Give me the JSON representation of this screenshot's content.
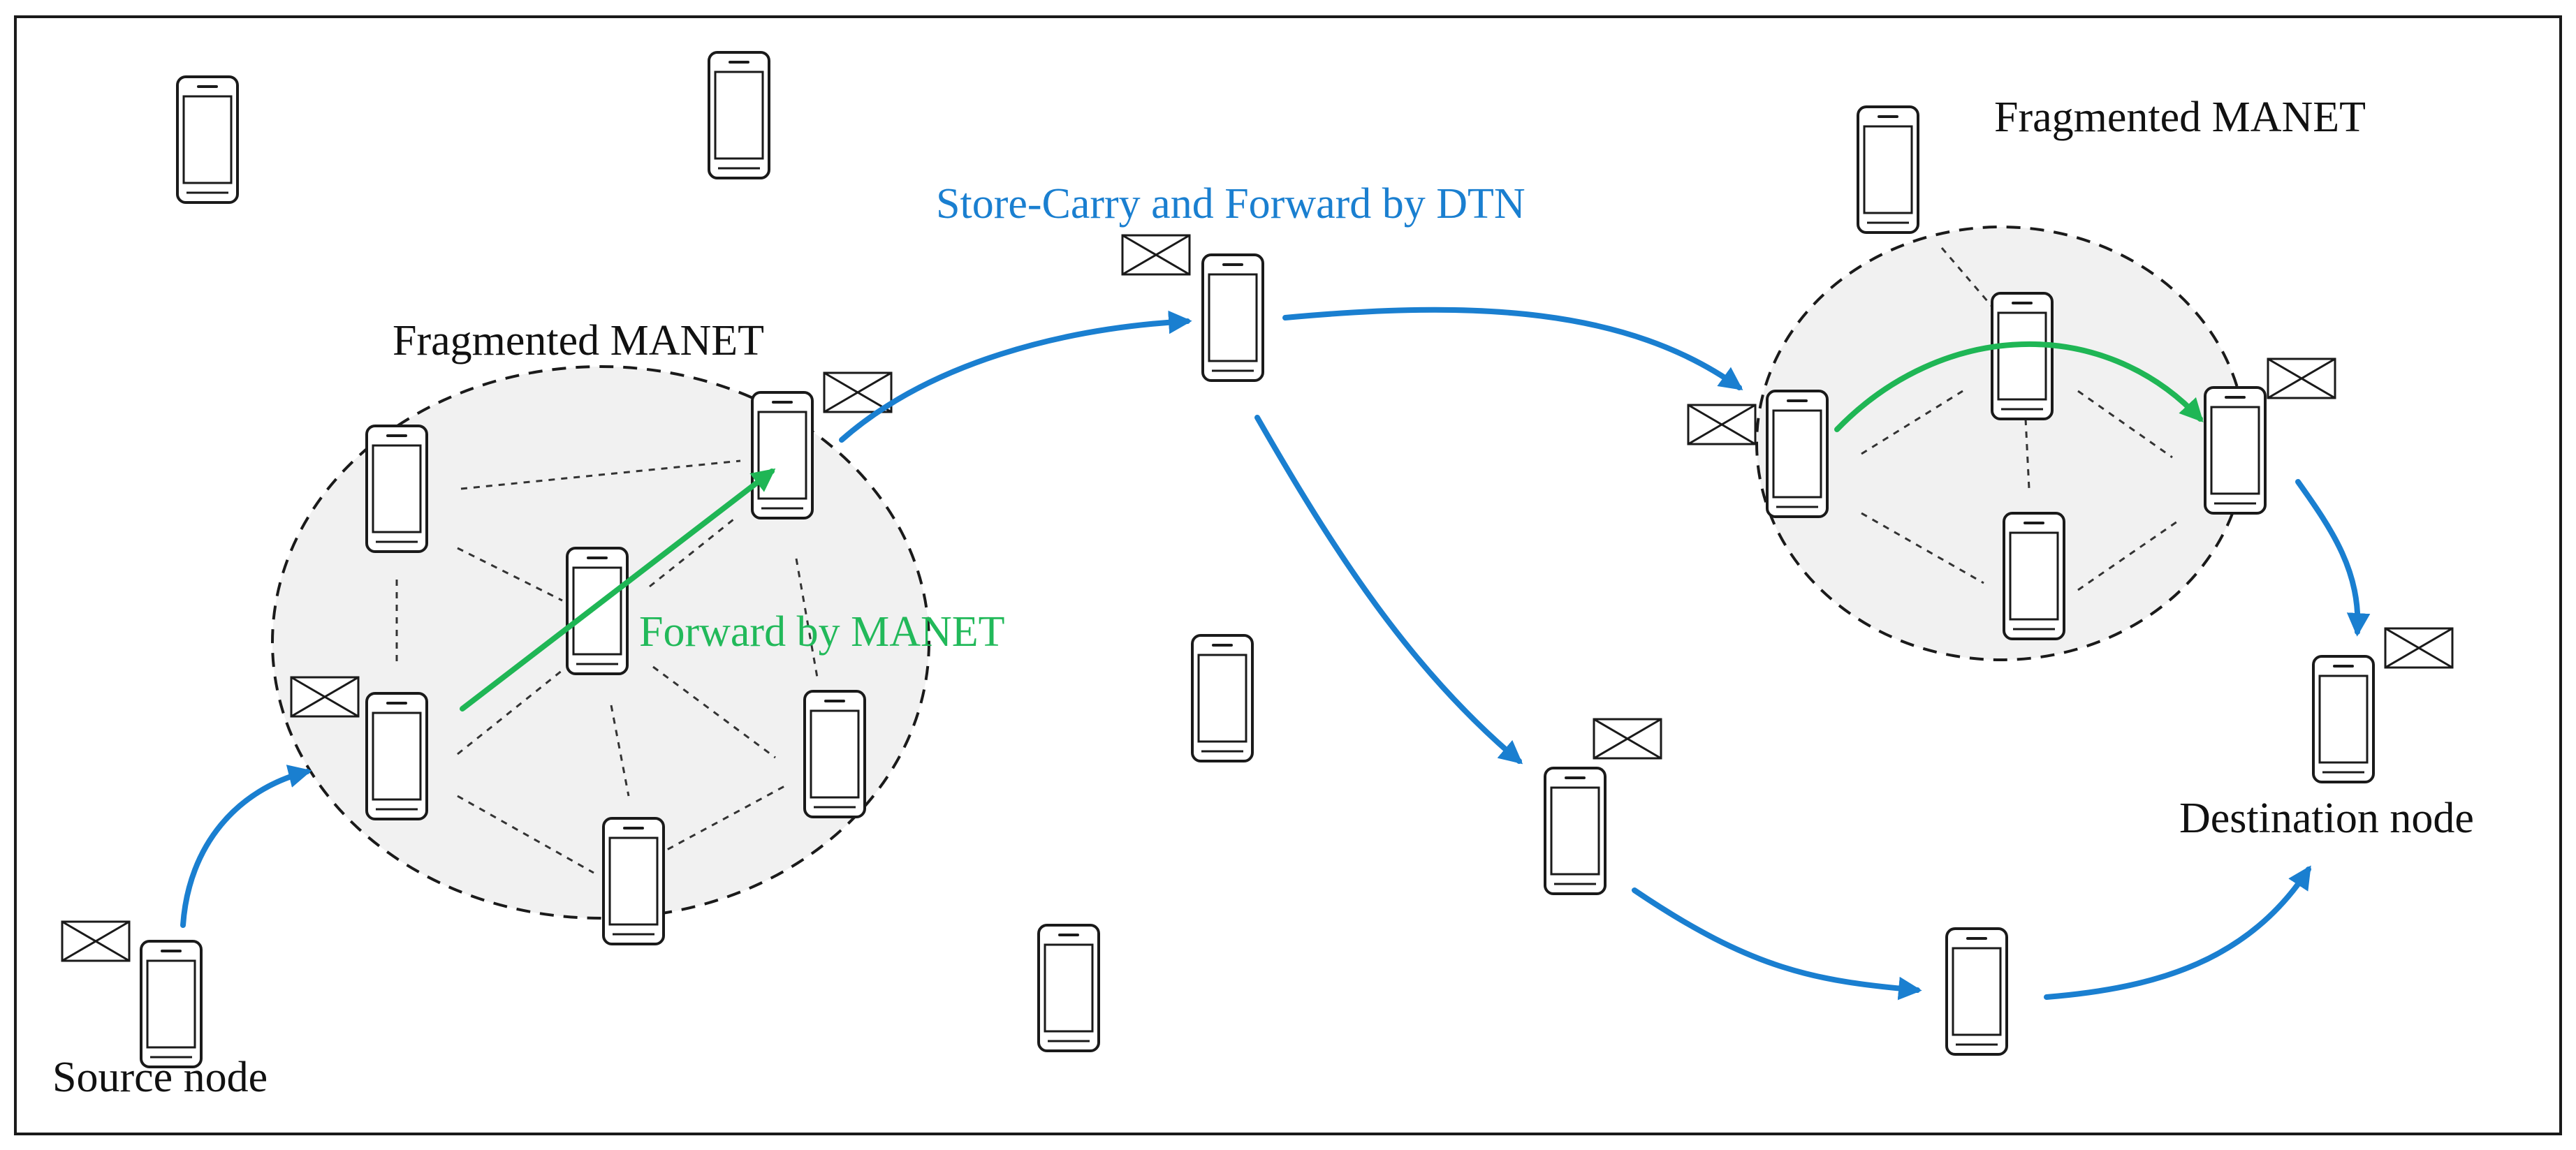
{
  "labels": {
    "fragmented_left": "Fragmented MANET",
    "fragmented_right": "Fragmented MANET",
    "store_carry": "Store-Carry and Forward by DTN",
    "forward_manet": "Forward by MANET",
    "source": "Source node",
    "destination": "Destination node"
  },
  "colors": {
    "dtn_arrow": "#1a7fd0",
    "manet_arrow": "#1fb655",
    "store_carry_text": "#1a7fd0",
    "forward_manet_text": "#22b95a",
    "cluster_fill": "#f1f1f1",
    "stroke": "#1a1a1a"
  },
  "icons": {
    "device": "smartphone-icon",
    "message": "envelope-icon"
  }
}
